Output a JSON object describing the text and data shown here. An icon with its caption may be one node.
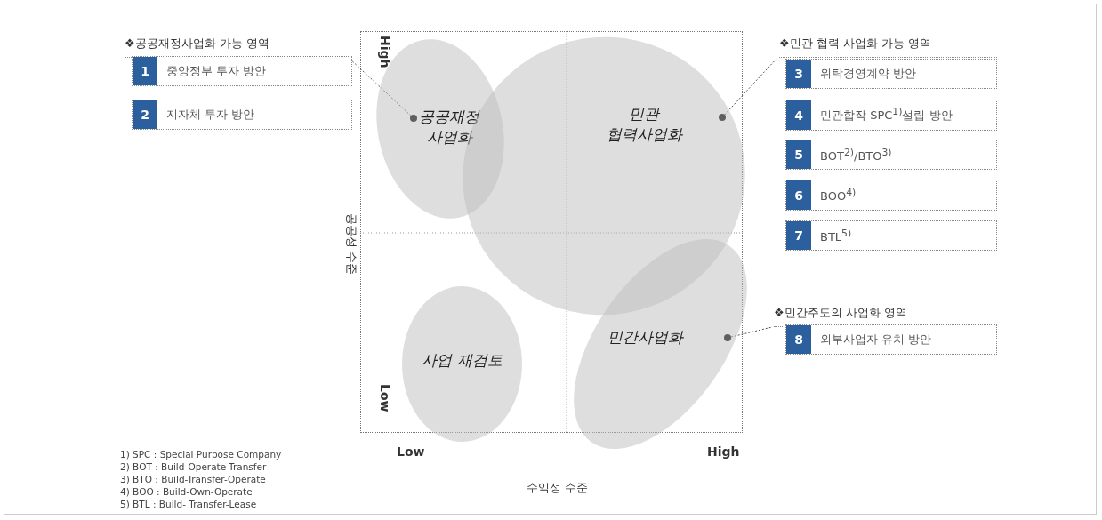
{
  "diagram": {
    "nodes": [
      {
        "text": [
          "❖공공재정사업화 가능 영역"
        ]
      },
      {
        "text": [
          "1",
          "중앙정부 투자 방안"
        ]
      },
      {
        "text": [
          "2",
          "지자체 투자 방안"
        ]
      },
      {
        "text": [
          "공공재정 사업화"
        ]
      },
      {
        "text": [
          "민관 협력사업화"
        ]
      },
      {
        "text": [
          "❖민관 협력 사업화 가능 영역"
        ]
      },
      {
        "text": [
          "3",
          "위탁경영계약 방안"
        ]
      },
      {
        "text": [
          "4",
          "민관합작 SPC$^{1)}$설립 방안"
        ]
      },
      {
        "text": [
          "5",
          "BOT$^{2)}$/BTO$^{3)}$"
        ]
      },
      {
        "text": [
          "6",
          "BOO$^{4)}$"
        ]
      },
      {
        "text": [
          "7",
          "BTL$^{5)}$"
        ]
      },
      {
        "text": [
          "사업 재검토"
        ]
      },
      {
        "text": [
          "민간사업화"
        ]
      },
      {
        "text": [
          "❖민간주도의 사업화 영역"
        ]
      },
      {
        "text": [
          "8",
          "외부사업자 유치 방안"
        ]
      }
    ],
    "edges": [
      {
        "from": 3,
        "to": 0,
        "arrow": "other",
        "style": "dashed"
      },
      {
        "from": 4,
        "to": 5,
        "arrow": "other",
        "style": "dashed"
      },
      {
        "from": 12,
        "to": 13,
        "arrow": "other",
        "style": "dashed"
      }
    ],
    "labels": [
      "High",
      "공공성 수준",
      "Low",
      "Low",
      "High",
      "수익성 수준",
      "1) SPC : Special Purpose Company",
      "2) BOT : Build-Operate-Transfer",
      "3) BTO : Build-Transfer-Operate",
      "4) BOO : Build-Own-Operate",
      "5) BTL : Build- Transfer-Lease"
    ]
  }
}
